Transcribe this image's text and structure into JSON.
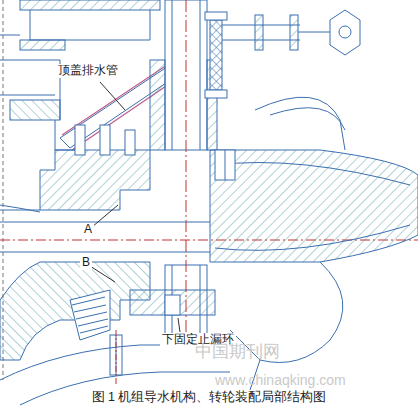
{
  "diagram": {
    "caption": "图 1 机组导水机构、转轮装配局部结构图",
    "labels": [
      "顶盖排水管",
      "A",
      "B",
      "下固定止漏环",
      "中国期刊网",
      "www.chinaqking.com"
    ]
  }
}
